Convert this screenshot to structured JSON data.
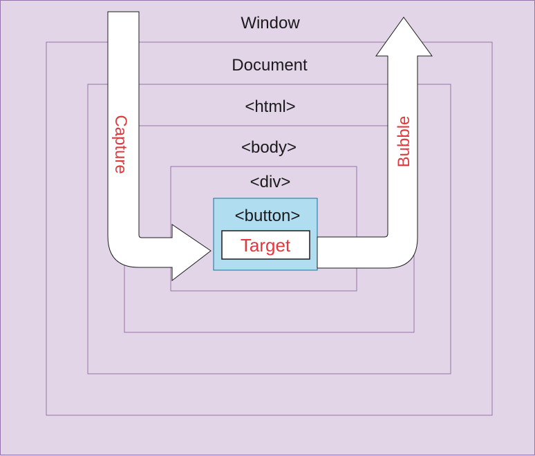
{
  "diagram": {
    "layers": {
      "window": "Window",
      "document": "Document",
      "html": "<html>",
      "body": "<body>",
      "div": "<div>",
      "button": "<button>"
    },
    "target_label": "Target",
    "capture_label": "Capture",
    "bubble_label": "Bubble"
  },
  "colors": {
    "background": "#e1d5e7",
    "border": "#9673a6",
    "button_fill": "#b1ddf0",
    "button_border": "#10739e",
    "red_text": "#e0393e",
    "text": "#1a1a1a"
  }
}
